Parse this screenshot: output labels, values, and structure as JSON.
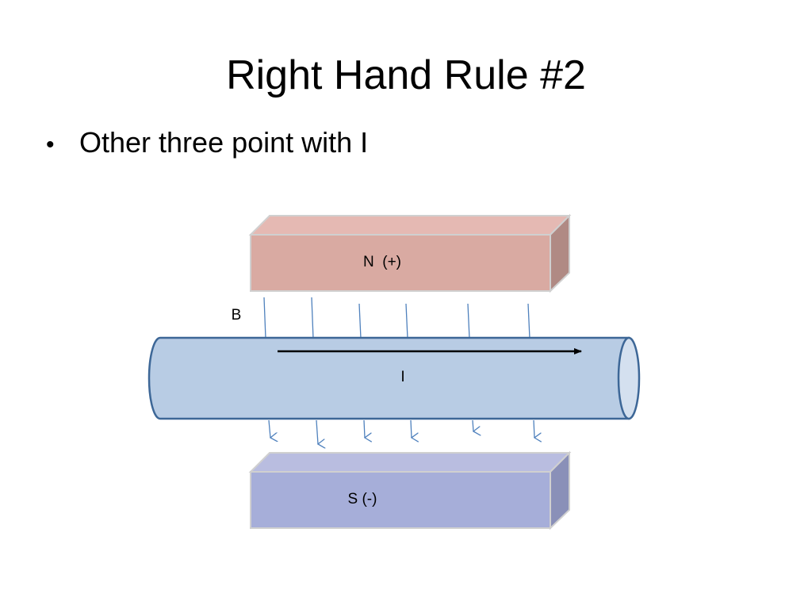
{
  "slide": {
    "title": "Right Hand Rule #2",
    "bullets": [
      "Other three point with I"
    ]
  },
  "diagram": {
    "north_magnet_label": "N  (+)",
    "south_magnet_label": "S (-)",
    "field_label": "B",
    "current_label": "I",
    "colors": {
      "north_face": "#d9aaa2",
      "north_top": "#e5b9b3",
      "north_side": "#b08a84",
      "south_face": "#a6aed9",
      "south_top": "#b9bde0",
      "south_side": "#8a90b8",
      "wire_body": "#b8cce4",
      "wire_end": "#d4e0ef",
      "wire_outline": "#3d6797",
      "field_line": "#4f81bd",
      "current_arrow": "#000000"
    }
  }
}
